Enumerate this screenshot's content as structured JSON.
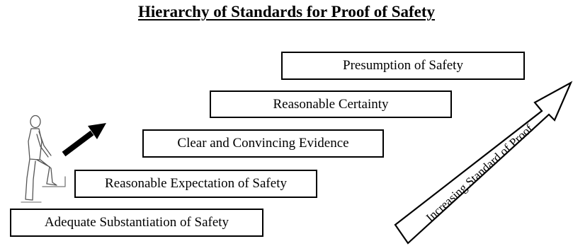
{
  "title": "Hierarchy of Standards for Proof of Safety",
  "steps": [
    "Adequate Substantiation of Safety",
    "Reasonable Expectation of Safety",
    "Clear and Convincing Evidence",
    "Reasonable Certainty",
    "Presumption of Safety"
  ],
  "arrow_label": "Increasing Standard of Proof",
  "icons": [
    "climbing-person-icon",
    "up-right-arrow-icon",
    "big-arrow-icon"
  ]
}
